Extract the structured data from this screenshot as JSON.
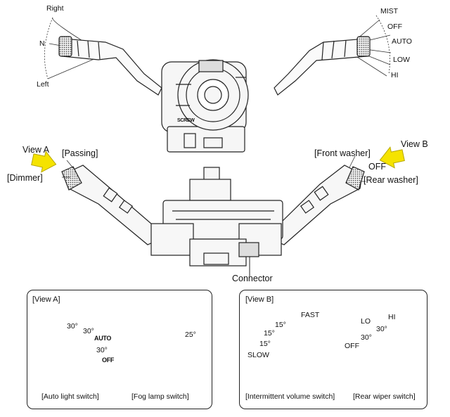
{
  "top_view": {
    "left_lever_labels": {
      "right": "Right",
      "n": "N",
      "left": "Left"
    },
    "right_lever_labels": {
      "mist": "MIST",
      "off": "OFF",
      "auto": "AUTO",
      "low": "LOW",
      "hi": "HI"
    },
    "clock_spring_text": "SCREW"
  },
  "side_view": {
    "view_a": "View A",
    "view_b": "View B",
    "passing": "[Passing]",
    "dimmer": "[Dimmer]",
    "front_washer": "[Front washer]",
    "washer_off": "OFF",
    "rear_washer": "[Rear washer]",
    "connector": "Connector",
    "arrow_color": "#f5e300"
  },
  "panel_a": {
    "title": "[View A]",
    "angle_1": "30°",
    "angle_2": "30°",
    "angle_3": "30°",
    "auto": "AUTO",
    "off": "OFF",
    "fog_angle": "25°",
    "caption_auto": "[Auto light switch]",
    "caption_fog": "[Fog lamp switch]",
    "headlamp_icon": "headlamp-icon",
    "parking_lamp_icon": "parking-lamp-icon",
    "fog_lamp_icon": "fog-lamp-icon"
  },
  "panel_b": {
    "title": "[View B]",
    "fast": "FAST",
    "angle_1": "15°",
    "angle_2": "15°",
    "angle_3": "15°",
    "slow": "SLOW",
    "lo": "LO",
    "hi": "HI",
    "rear_angle_1": "30°",
    "rear_angle_2": "30°",
    "off": "OFF",
    "caption_intermittent": "[Intermittent volume switch]",
    "caption_rear": "[Rear wiper switch]"
  }
}
